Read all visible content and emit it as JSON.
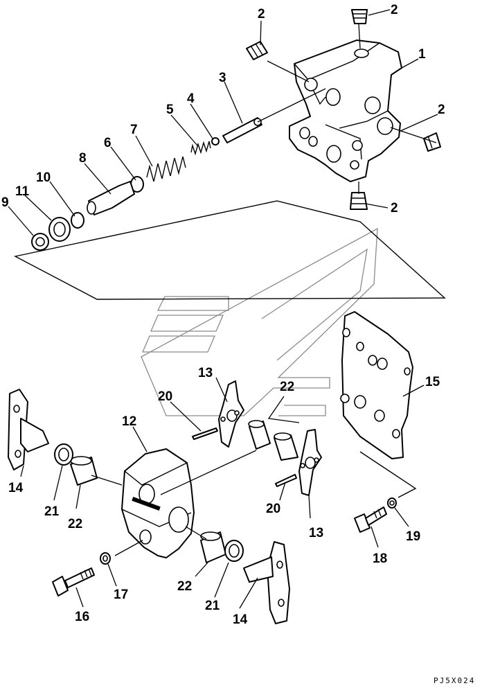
{
  "drawing_code": "PJ5X024",
  "callouts": [
    {
      "id": "c1",
      "label": "1"
    },
    {
      "id": "c2a",
      "label": "2"
    },
    {
      "id": "c2b",
      "label": "2"
    },
    {
      "id": "c2c",
      "label": "2"
    },
    {
      "id": "c2d",
      "label": "2"
    },
    {
      "id": "c3",
      "label": "3"
    },
    {
      "id": "c4",
      "label": "4"
    },
    {
      "id": "c5",
      "label": "5"
    },
    {
      "id": "c6",
      "label": "6"
    },
    {
      "id": "c7",
      "label": "7"
    },
    {
      "id": "c8",
      "label": "8"
    },
    {
      "id": "c9",
      "label": "9"
    },
    {
      "id": "c10",
      "label": "10"
    },
    {
      "id": "c11",
      "label": "11"
    },
    {
      "id": "c12",
      "label": "12"
    },
    {
      "id": "c13a",
      "label": "13"
    },
    {
      "id": "c13b",
      "label": "13"
    },
    {
      "id": "c14a",
      "label": "14"
    },
    {
      "id": "c14b",
      "label": "14"
    },
    {
      "id": "c15",
      "label": "15"
    },
    {
      "id": "c16",
      "label": "16"
    },
    {
      "id": "c17",
      "label": "17"
    },
    {
      "id": "c18",
      "label": "18"
    },
    {
      "id": "c19",
      "label": "19"
    },
    {
      "id": "c20a",
      "label": "20"
    },
    {
      "id": "c20b",
      "label": "20"
    },
    {
      "id": "c21a",
      "label": "21"
    },
    {
      "id": "c21b",
      "label": "21"
    },
    {
      "id": "c22a",
      "label": "22"
    },
    {
      "id": "c22b",
      "label": "22"
    },
    {
      "id": "c22c",
      "label": "22"
    }
  ]
}
